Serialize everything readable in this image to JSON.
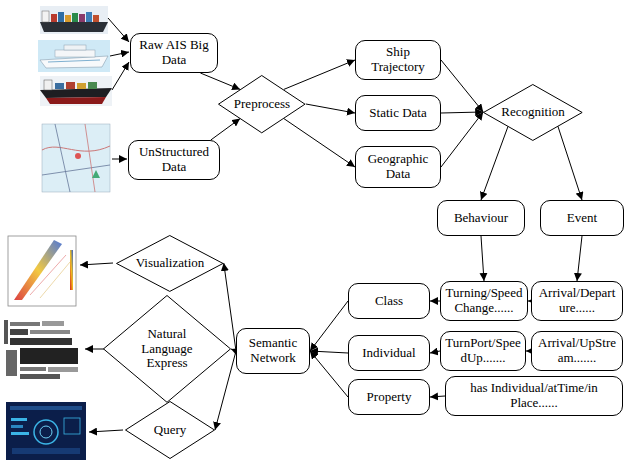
{
  "diagram": {
    "nodes": [
      {
        "text": [
          "Raw AIS Big Data"
        ]
      },
      {
        "text": [
          "UnStructured Data"
        ]
      },
      {
        "text": [
          "Preprocess"
        ]
      },
      {
        "text": [
          "Ship Trajectory"
        ]
      },
      {
        "text": [
          "Static Data"
        ]
      },
      {
        "text": [
          "Geographic Data"
        ]
      },
      {
        "text": [
          "Recognition"
        ]
      },
      {
        "text": [
          "Behaviour"
        ]
      },
      {
        "text": [
          "Event"
        ]
      },
      {
        "text": [
          "Visualization"
        ]
      },
      {
        "text": [
          "Turning/SpeedChange......"
        ]
      },
      {
        "text": [
          "Arrival/Departure......"
        ]
      },
      {
        "text": [
          "Class"
        ]
      },
      {
        "text": [
          "Natural Language Express"
        ]
      },
      {
        "text": [
          "Semantic Network"
        ]
      },
      {
        "text": [
          "Individual"
        ]
      },
      {
        "text": [
          "TurnPort/SpeedUp......."
        ]
      },
      {
        "text": [
          "Arrival/UpStream......."
        ]
      },
      {
        "text": [
          "Property"
        ]
      },
      {
        "text": [
          "has Individual/atTime/in Place......"
        ]
      },
      {
        "text": [
          "Query"
        ]
      }
    ],
    "edges": [
      {
        "from": 0,
        "to": 2,
        "arrow": "to"
      },
      {
        "from": 1,
        "to": 2,
        "arrow": "to"
      },
      {
        "from": 2,
        "to": 3,
        "arrow": "to"
      },
      {
        "from": 2,
        "to": 4,
        "arrow": "to"
      },
      {
        "from": 2,
        "to": 5,
        "arrow": "to"
      },
      {
        "from": 3,
        "to": 6,
        "arrow": "to"
      },
      {
        "from": 4,
        "to": 6,
        "arrow": "to"
      },
      {
        "from": 5,
        "to": 6,
        "arrow": "to"
      },
      {
        "from": 6,
        "to": 7,
        "arrow": "to"
      },
      {
        "from": 6,
        "to": 8,
        "arrow": "to"
      },
      {
        "from": 7,
        "to": 10,
        "arrow": "to"
      },
      {
        "from": 8,
        "to": 11,
        "arrow": "to"
      },
      {
        "from": 11,
        "to": 10,
        "arrow": "to"
      },
      {
        "from": 10,
        "to": 12,
        "arrow": "to"
      },
      {
        "from": 17,
        "to": 16,
        "arrow": "to"
      },
      {
        "from": 16,
        "to": 15,
        "arrow": "to"
      },
      {
        "from": 19,
        "to": 18,
        "arrow": "to"
      },
      {
        "from": 12,
        "to": 14,
        "arrow": "to"
      },
      {
        "from": 15,
        "to": 14,
        "arrow": "to"
      },
      {
        "from": 18,
        "to": 14,
        "arrow": "to"
      },
      {
        "from": 14,
        "to": 9,
        "arrow": "to"
      },
      {
        "from": 14,
        "to": 13,
        "arrow": "to"
      },
      {
        "from": 14,
        "to": 20,
        "arrow": "to"
      }
    ]
  }
}
